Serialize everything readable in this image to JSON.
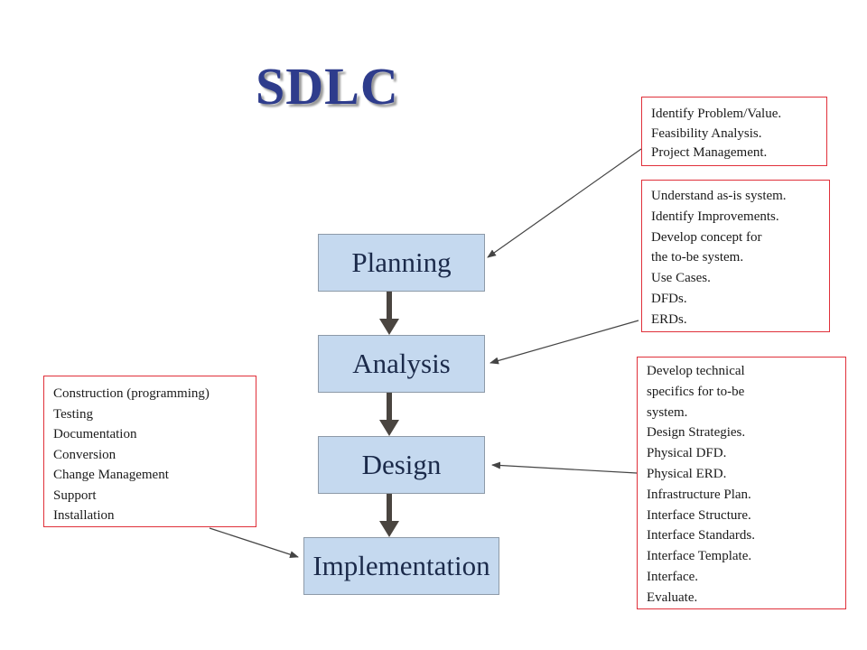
{
  "title": "SDLC",
  "stages": [
    {
      "label": "Planning"
    },
    {
      "label": "Analysis"
    },
    {
      "label": "Design"
    },
    {
      "label": "Implementation"
    }
  ],
  "notes": {
    "planning": [
      "Identify Problem/Value.",
      "Feasibility Analysis.",
      "Project Management."
    ],
    "analysis": [
      "Understand as-is system.",
      "Identify Improvements.",
      "Develop concept for",
      "the to-be system.",
      "Use Cases.",
      "DFDs.",
      "ERDs."
    ],
    "design": [
      "Develop technical",
      "specifics for to-be",
      "system.",
      "Design Strategies.",
      "Physical DFD.",
      "Physical ERD.",
      "Infrastructure Plan.",
      "Interface Structure.",
      "Interface Standards.",
      "Interface Template.",
      "Interface.",
      "Evaluate."
    ],
    "implementation": [
      "Construction (programming)",
      "Testing",
      "Documentation",
      "Conversion",
      "Change Management",
      "Support",
      "Installation"
    ]
  },
  "colors": {
    "title": "#2e3c8c",
    "stage_fill": "#c5d9ef",
    "note_border": "#e0303a",
    "flow_arrow": "#4a4540",
    "pointer_line": "#444444"
  }
}
